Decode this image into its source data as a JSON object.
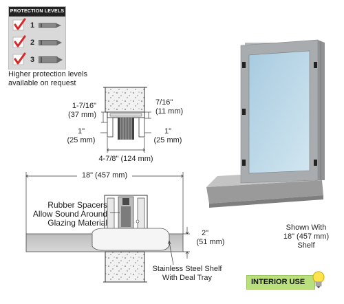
{
  "protection": {
    "header": "PROTECTION LEVELS",
    "levels": [
      "1",
      "2",
      "3"
    ]
  },
  "note": {
    "line1": "Higher protection levels",
    "line2": "available on request"
  },
  "top_section": {
    "left_top_in": "1-7/16\"",
    "left_top_mm": "(37 mm)",
    "right_top_in": "7/16\"",
    "right_top_mm": "(11 mm)",
    "left_mid_in": "1\"",
    "left_mid_mm": "(25 mm)",
    "right_mid_in": "1\"",
    "right_mid_mm": "(25 mm)",
    "bottom_width": "4-7/8\" (124 mm)"
  },
  "shelf_section": {
    "width": "18\" (457 mm)",
    "spacer_line1": "Rubber Spacers",
    "spacer_line2": "Allow Sound Around",
    "spacer_line3": "Glazing Material",
    "height_in": "2\"",
    "height_mm": "(51 mm)",
    "shelf_line1": "Stainless Steel Shelf",
    "shelf_line2": "With Deal Tray"
  },
  "product": {
    "caption1": "Shown With",
    "caption2": "18\" (457 mm)",
    "caption3": "Shelf"
  },
  "badge": {
    "label": "INTERIOR USE"
  },
  "colors": {
    "header_bg": "#222222",
    "check_red": "#d42a2a",
    "badge_green": "#b9e07a",
    "glass": "#bcd8e8",
    "frame": "#a9acaf"
  }
}
